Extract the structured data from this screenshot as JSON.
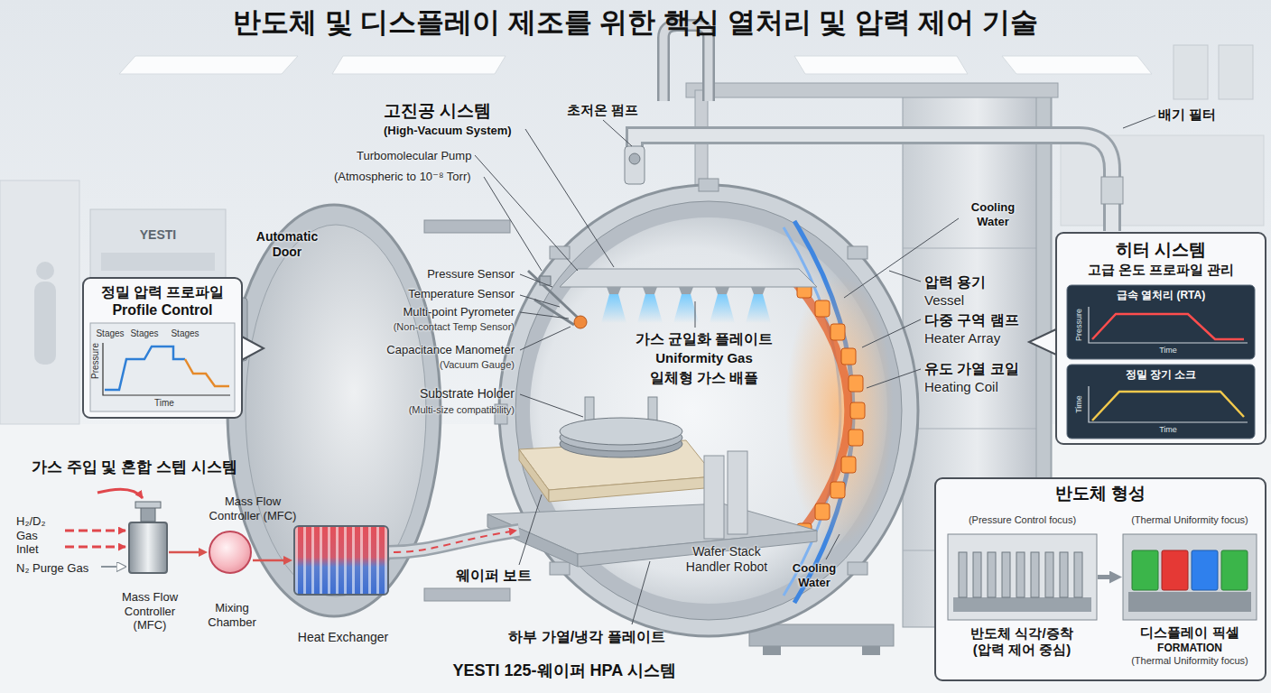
{
  "diagram": {
    "title": "반도체 및 디스플레이 제조를 위한 핵심 열처리 및 압력 제어 기술",
    "caption": "YESTI 125-웨이퍼 HPA 시스템",
    "nodes": [
      {
        "text": [
          "정밀 압력 프로파일",
          "Profile Control"
        ]
      },
      {
        "text": [
          "히터 시스템",
          "고급 온도 프로파일 관리"
        ]
      },
      {
        "text": [
          "급속 열처리 (RTA)"
        ],
        "in": 1
      },
      {
        "text": [
          "정밀 장기 소크"
        ],
        "in": 1
      },
      {
        "text": [
          "반도체 형성"
        ]
      },
      {
        "text": [
          "(Pressure Control focus)",
          "반도체 식각/증착 (압력 제어 중심)"
        ],
        "in": 4
      },
      {
        "text": [
          "(Thermal Uniformity focus)",
          "디스플레이 픽셀",
          "FORMATION",
          "(Thermal Uniformity focus)"
        ],
        "in": 4
      },
      {
        "text": [
          "Mass Flow Controller (MFC)"
        ]
      },
      {
        "text": [
          "Mixing Chamber"
        ]
      },
      {
        "text": [
          "Heat Exchanger"
        ]
      }
    ],
    "edges": [
      {
        "from": 7,
        "to": 8,
        "arrow": "to"
      },
      {
        "from": 8,
        "to": 9,
        "arrow": "to"
      },
      {
        "from": 5,
        "to": 6,
        "arrow": "to"
      }
    ],
    "labels": [
      "고진공 시스템",
      "(High-Vacuum System)",
      "Turbomolecular Pump",
      "(Atmospheric to 10⁻⁸ Torr)",
      "초저온 펌프",
      "배기 필터",
      "YESTI",
      "Automatic Door",
      "Pressure Sensor",
      "Temperature Sensor",
      "Multi-point Pyrometer",
      "(Non-contact Temp Sensor)",
      "Capacitance Manometer",
      "(Vacuum Gauge)",
      "Substrate Holder",
      "(Multi-size compatibility)",
      "가스 균일화 플레이트",
      "Uniformity Gas",
      "일체형 가스 배플",
      "Cooling Water",
      "압력 용기",
      "Vessel",
      "다중 구역 램프",
      "Heater Array",
      "유도 가열 코일",
      "Heating Coil",
      "Cooling Water",
      "Wafer Stack Handler Robot",
      "웨이퍼 보트",
      "하부 가열/냉각 플레이트",
      "가스 주입 및 혼합 스텝 시스템",
      "H₂/D₂ Gas Inlet",
      "N₂ Purge Gas",
      "Mass Flow Controller (MFC)",
      "Stages",
      "Stages",
      "Stages",
      "Pressure",
      "Time",
      "Pressure",
      "Time",
      "Time",
      "Time"
    ]
  }
}
